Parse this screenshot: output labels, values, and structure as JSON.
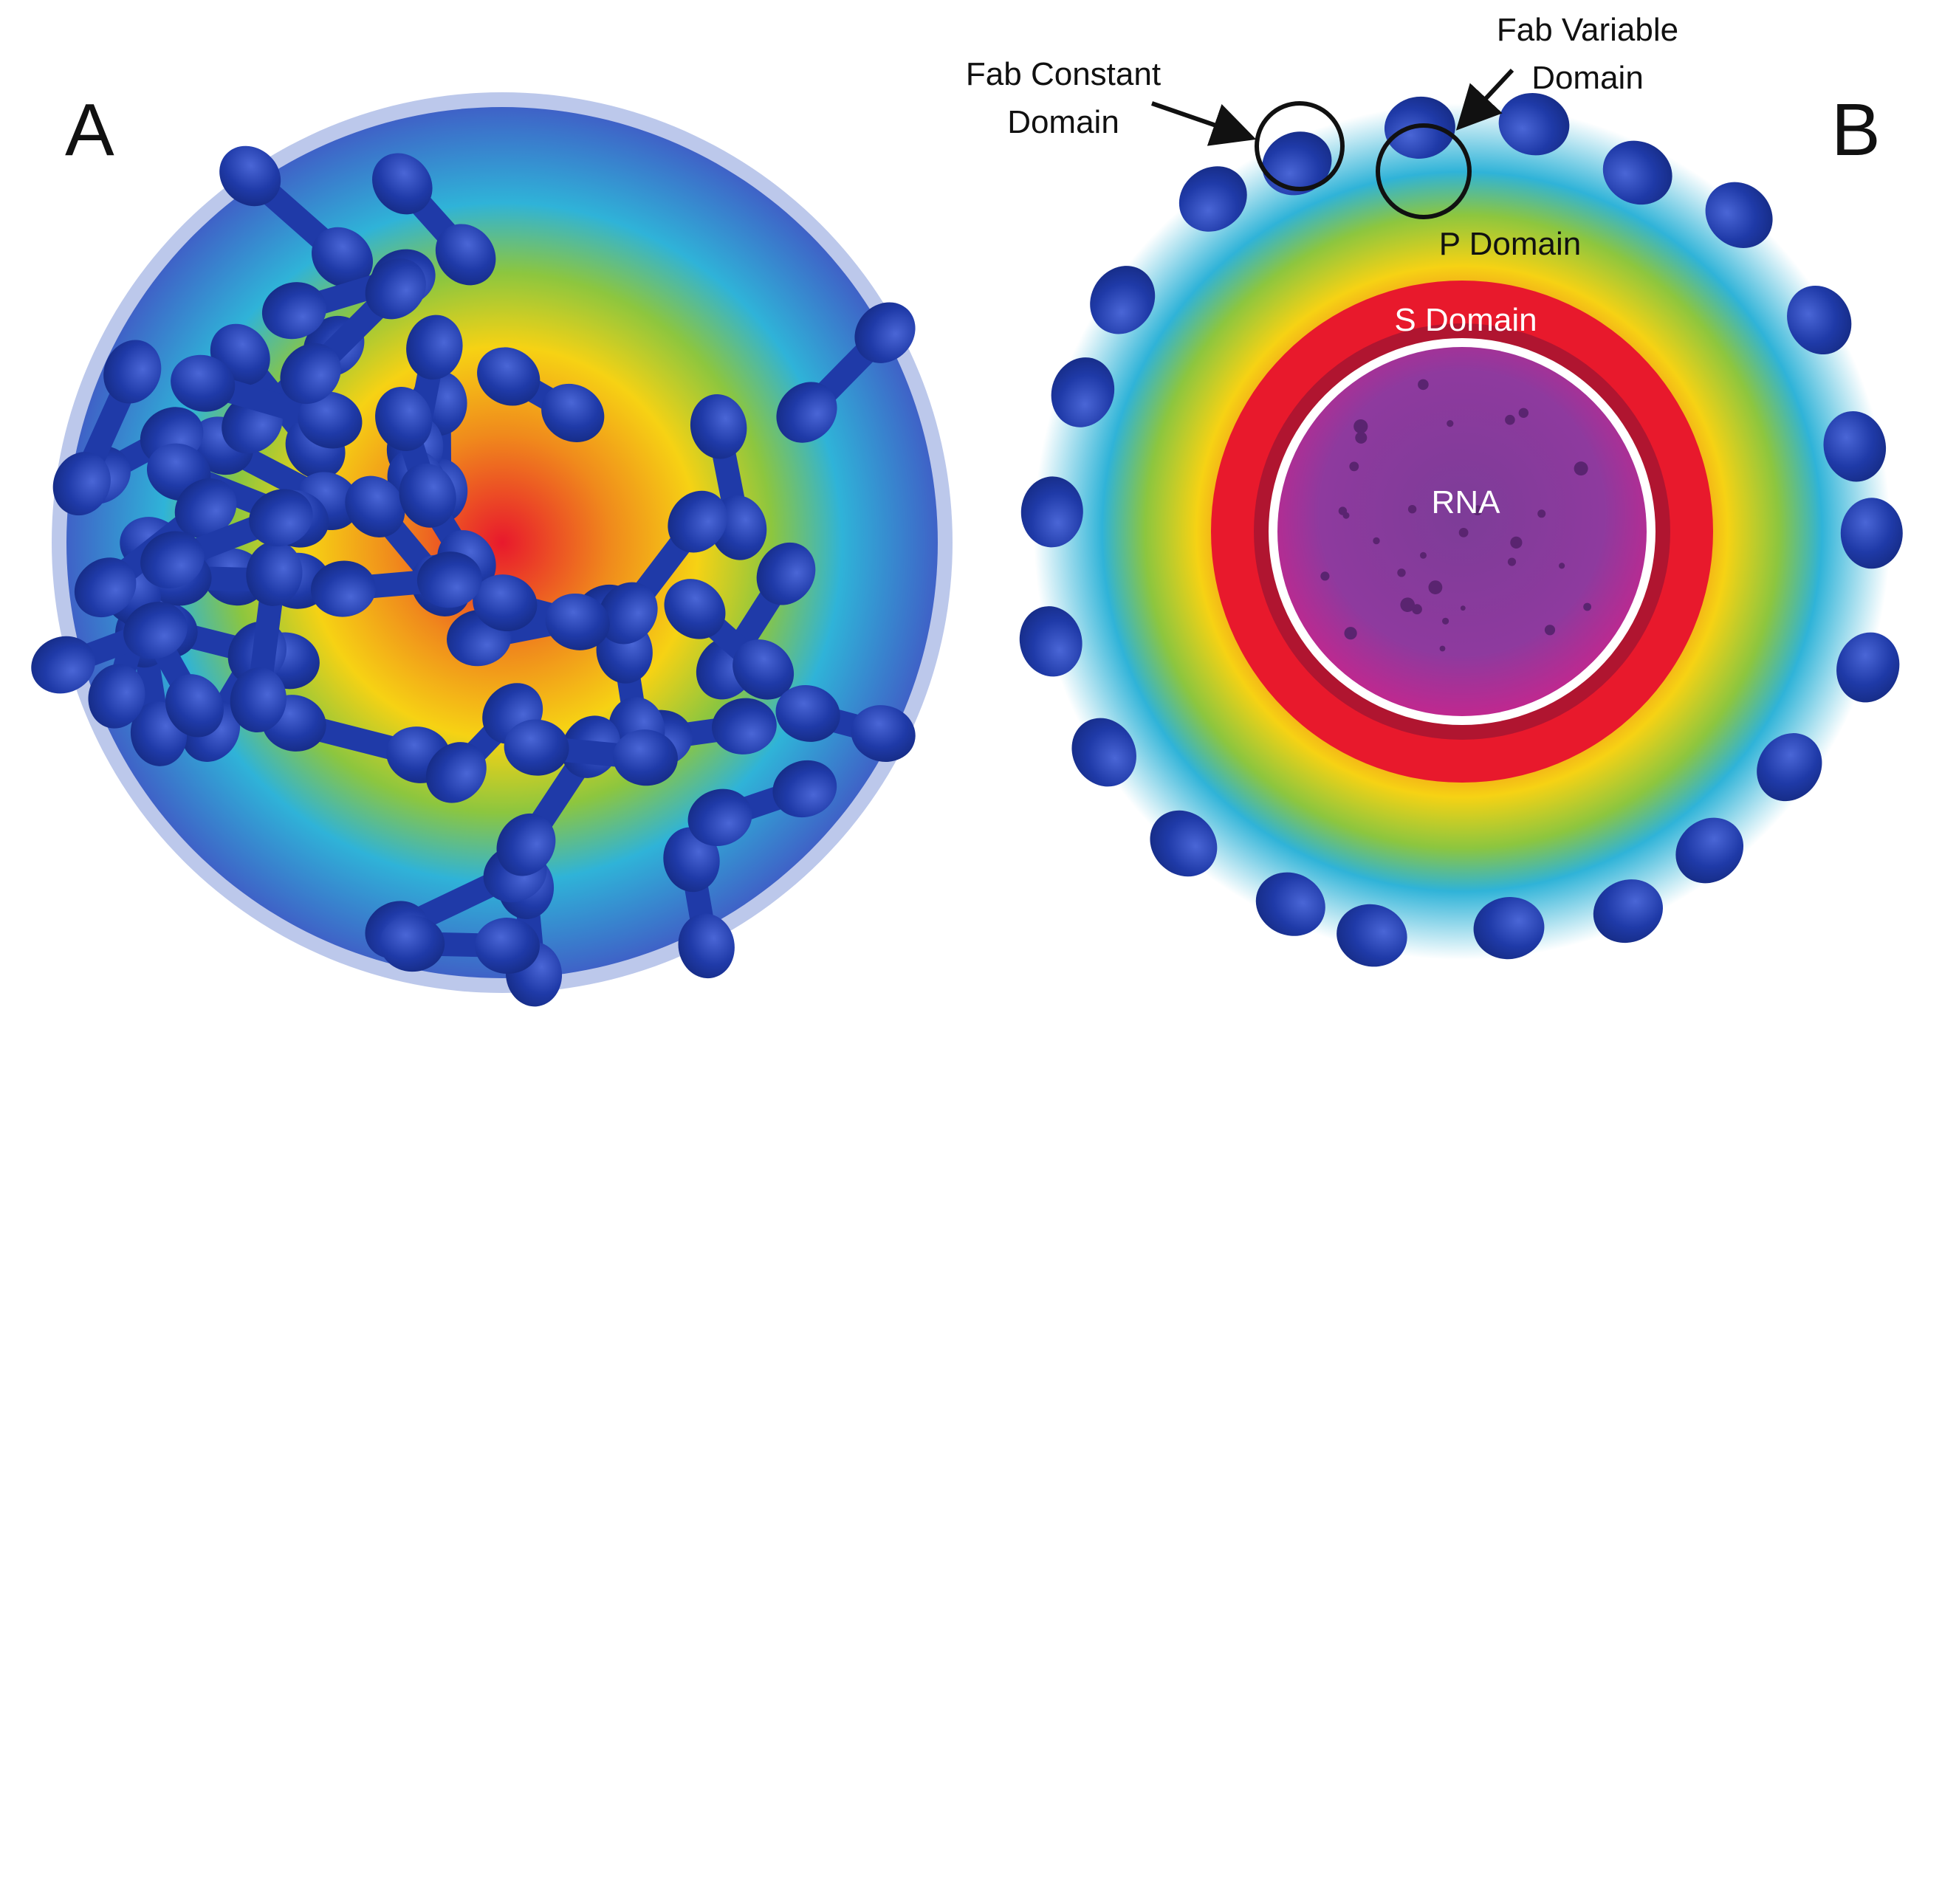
{
  "panels": {
    "a": {
      "letter": "A"
    },
    "b": {
      "letter": "B"
    }
  },
  "labels": {
    "fab_constant_line1": "Fab Constant",
    "fab_constant_line2": "Domain",
    "fab_variable_line1": "Fab Variable",
    "fab_variable_line2": "Domain",
    "p_domain": "P Domain",
    "s_domain": "S Domain",
    "rna": "RNA"
  },
  "colors": {
    "background": "#ffffff",
    "fab_blue": "#1f3aa8",
    "cyan": "#2fb3d8",
    "green": "#8cc63f",
    "yellow": "#f6d214",
    "orange": "#f08a1c",
    "red_shell": "#e8192c",
    "rna_magenta": "#c0288f",
    "rna_purple": "#7d3c98"
  }
}
